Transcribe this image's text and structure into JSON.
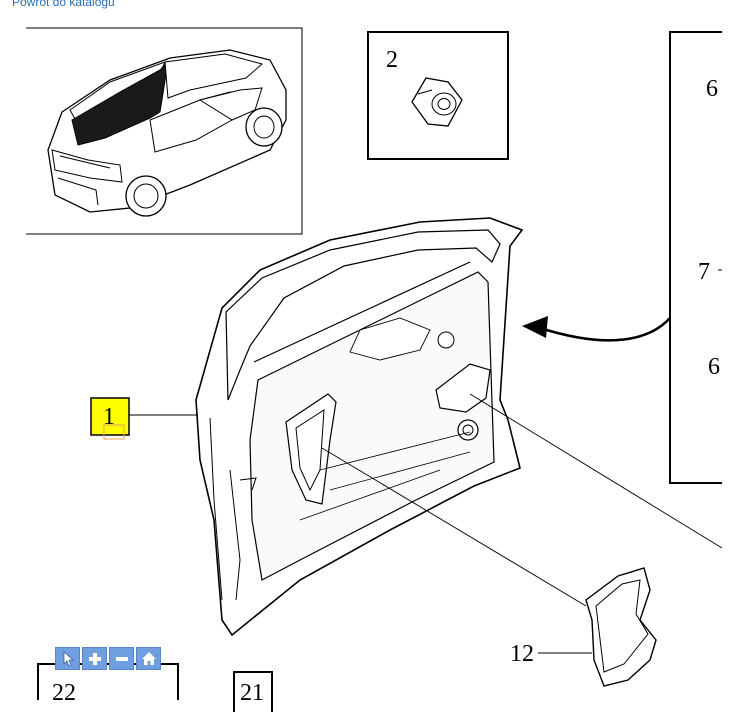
{
  "nav": {
    "back_label": "Powrót do katalogu"
  },
  "callouts": {
    "c1": "1",
    "c2": "2",
    "c6a": "6",
    "c7": "7",
    "c6b": "6",
    "c12": "12",
    "c22": "22",
    "c21": "21"
  },
  "toolbar": {
    "buttons": [
      "pointer-icon",
      "zoom-in-icon",
      "zoom-out-icon",
      "home-icon"
    ]
  },
  "colors": {
    "highlight": "#ffff00",
    "toolbar_button": "#6f9fe0",
    "link": "#2a6db5"
  }
}
